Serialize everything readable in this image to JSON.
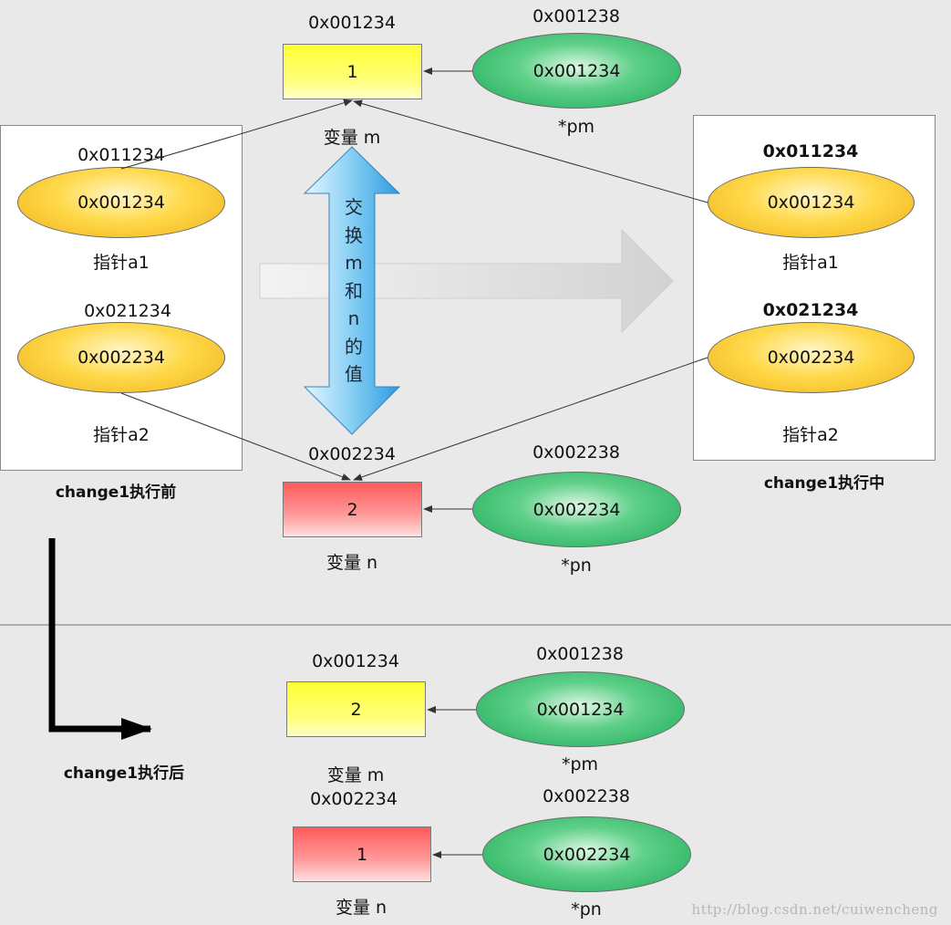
{
  "top": {
    "m": {
      "addr": "0x001234",
      "value": "1",
      "label": "变量 m"
    },
    "pm": {
      "addr": "0x001238",
      "value": "0x001234",
      "label": "*pm"
    },
    "n": {
      "addr": "0x002234",
      "value": "2",
      "label": "变量 n"
    },
    "pn": {
      "addr": "0x002238",
      "value": "0x002234",
      "label": "*pn"
    }
  },
  "before": {
    "caption": "change1执行前",
    "a1": {
      "addr": "0x011234",
      "value": "0x001234",
      "label": "指针a1"
    },
    "a2": {
      "addr": "0x021234",
      "value": "0x002234",
      "label": "指针a2"
    }
  },
  "during": {
    "caption": "change1执行中",
    "a1": {
      "addr": "0x011234",
      "value": "0x001234",
      "label": "指针a1"
    },
    "a2": {
      "addr": "0x021234",
      "value": "0x002234",
      "label": "指针a2"
    }
  },
  "swap_text": [
    "交",
    "换",
    "m",
    "和",
    "n",
    "的",
    "值"
  ],
  "after": {
    "caption": "change1执行后",
    "m": {
      "addr": "0x001234",
      "value": "2",
      "label": "变量 m"
    },
    "pm": {
      "addr": "0x001238",
      "value": "0x001234",
      "label": "*pm"
    },
    "n": {
      "addr": "0x002234",
      "value": "1",
      "label": "变量 n"
    },
    "pn": {
      "addr": "0x002238",
      "value": "0x002234",
      "label": "*pn"
    }
  },
  "watermark": "http://blog.csdn.net/cuiwencheng",
  "colors": {
    "background": "#e9e9e9",
    "variable_m": "#ffff33",
    "variable_n": "#ff5a5a",
    "pointer_local": "#f0b21a",
    "pointer_global": "#1cab57",
    "swap_arrow": "#3aa9e6"
  }
}
